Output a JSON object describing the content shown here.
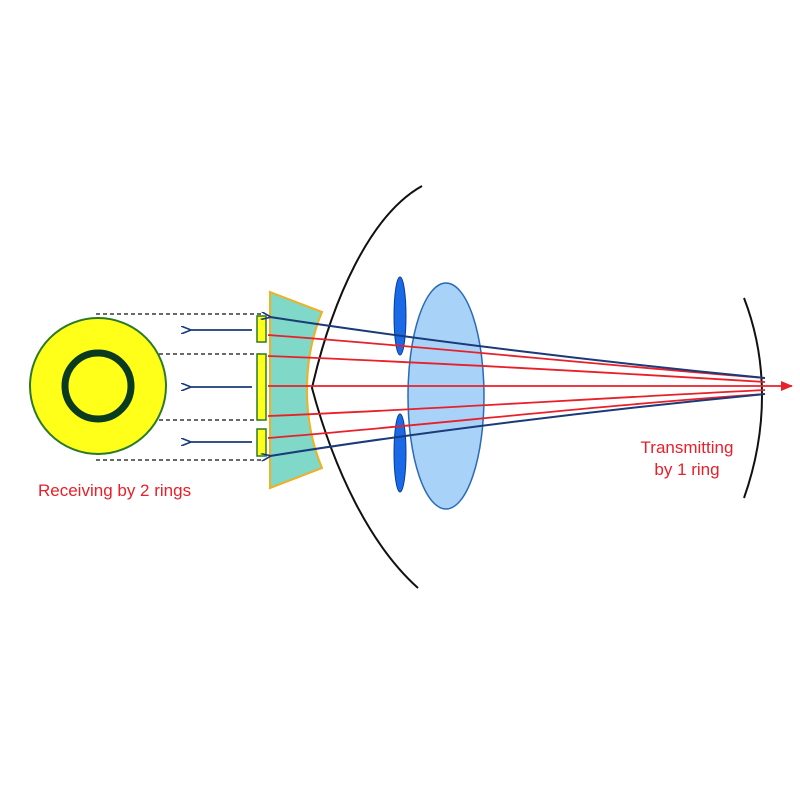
{
  "labels": {
    "receiving": "Receiving by 2 rings",
    "transmitting_line1": "Transmitting",
    "transmitting_line2": "by 1 ring"
  },
  "colors": {
    "label_text": "#e8202a",
    "transmit_ray": "#e8202a",
    "receive_ray": "#1a3a78",
    "ring_fill": "#ffff1a",
    "ring_dark": "#0b3b1e",
    "ring_border": "#2a7a2a",
    "corrector": "#7fd8c8",
    "corrector_edge": "#f0b020",
    "lens": "#a8d2f8",
    "lens_edge": "#2a6ab8",
    "iris": "#1a6ae8",
    "outline": "#111111"
  }
}
